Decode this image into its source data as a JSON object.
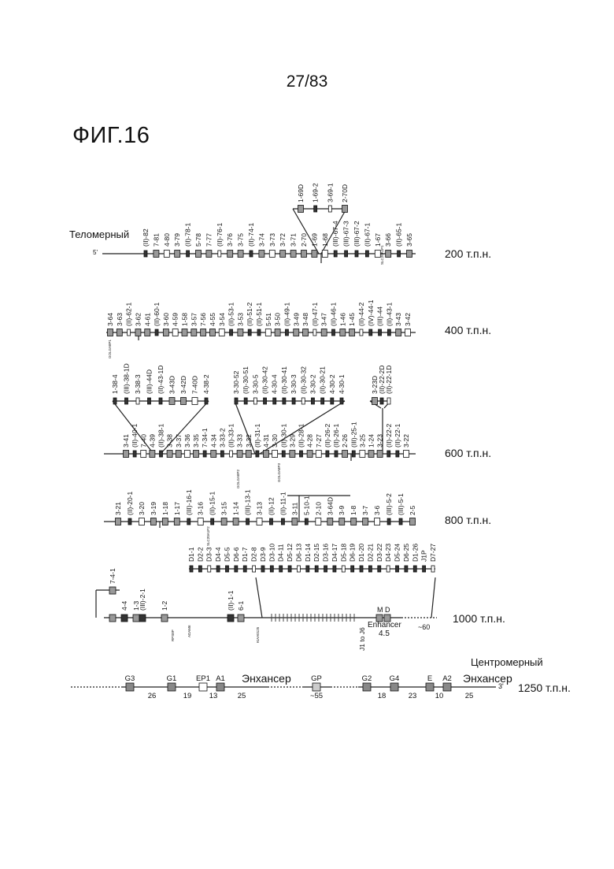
{
  "page_number": "27/83",
  "figure_title": "ФИГ.16",
  "telomeric_label": "Теломерный",
  "centromeric_label": "Центромерный",
  "five_prime": "5'",
  "three_prime": "3'",
  "scale_labels": {
    "r1": "200 т.п.н.",
    "r2": "400 т.п.н.",
    "r3": "600 т.п.н.",
    "r4": "800 т.п.н.",
    "r5": "1000 т.п.н.",
    "r6": "1250 т.п.н."
  },
  "enhancer_labels": {
    "left": "Энхансер",
    "right": "Энхансер",
    "small": "Enhancer",
    "small_val": "4.5"
  },
  "gene_labels": {
    "row1": [
      "(II)-82",
      "7-81",
      "4-80",
      "3-79",
      "(II)-78-1",
      "5-78",
      "7-77",
      "(II)-76-1",
      "3-76",
      "3-75",
      "(II)-74-1",
      "3-74",
      "3-73",
      "3-72",
      "3-71",
      "2-70",
      "1-69",
      "1-68",
      "(III)-67-4",
      "(III)-67-3",
      "(III)-67-2",
      "(II)-67-1",
      "1-67",
      "3-66",
      "(II)-65-1",
      "3-65"
    ],
    "row1_insert": [
      "1-69D",
      "1-69-2",
      "3-69-1",
      "2-70D"
    ],
    "row2": [
      "3-64",
      "3-63",
      "(II)-62-1",
      "3-62",
      "4-61",
      "(II)-60-1",
      "3-60",
      "4-59",
      "1-58",
      "3-57",
      "7-56",
      "4-55",
      "3-54",
      "(II)-53-1",
      "3-53",
      "(II)-51-2",
      "(II)-51-1",
      "5-51",
      "3-50",
      "(II)-49-1",
      "3-49",
      "3-48",
      "(II)-47-1",
      "3-47",
      "(II)-46-1",
      "1-46",
      "1-45",
      "(II)-44-2",
      "(IV)-44-1",
      "(III)-44",
      "(II)-43-1",
      "3-43",
      "3-42"
    ],
    "row3_insert_left": [
      "1-38-4",
      "(III)-38-1D",
      "3-38-3",
      "(III)-44D",
      "(II)-43-1D",
      "3-43D",
      "3-42D",
      "7-40D",
      "4-38-2"
    ],
    "row3_insert_mid": [
      "3-30-52",
      "(II)-30-51",
      "3-30-5",
      "(II)-30-42",
      "4-30-4",
      "(II)-30-41",
      "3-30-3",
      "(II)-30-32",
      "3-30-2",
      "(II)-30-21",
      "4-30-2",
      "4-30-1"
    ],
    "row3_insert_right": [
      "3-23D",
      "(II)-22-2D",
      "(II)-22-1D"
    ],
    "row3": [
      "3-41",
      "(II)-40-1",
      "7-40",
      "4-39",
      "(II)-38-1",
      "3-38",
      "3-37",
      "3-36",
      "3-35",
      "7-34-1",
      "4-34",
      "3-33-2",
      "(II)-33-1",
      "3-33",
      "3-32",
      "(II)-31-1",
      "4-31",
      "3-30",
      "(II)-30-1",
      "3-29",
      "(II)-28-1",
      "4-28",
      "7-27",
      "(II)-26-2",
      "(II)-26-1",
      "2-26",
      "(III)-25-1",
      "3-25",
      "1-24",
      "3-23",
      "(II)-22-2",
      "(II)-22-1",
      "3-22"
    ],
    "row4": [
      "3-21",
      "(II)-20-1",
      "3-20",
      "3-19",
      "1-18",
      "1-17",
      "(III)-16-1",
      "3-16",
      "(II)-15-1",
      "3-15",
      "1-14",
      "(III)-13-1",
      "3-13",
      "(II)-12",
      "(II)-11-1",
      "3-11",
      "5-10-1",
      "2-10",
      "3-64D",
      "3-9",
      "1-8",
      "3-7",
      "3-6",
      "(III)-5-2",
      "(III)-5-1",
      "2-5"
    ],
    "row5_d": [
      "D1-1",
      "D2-2",
      "D3-3",
      "D4-4",
      "D5-5",
      "D6-6",
      "D1-7",
      "D2-8",
      "D3-9",
      "D3-10",
      "D4-11",
      "D5-12",
      "D6-13",
      "D1-14",
      "D2-15",
      "D3-16",
      "D4-17",
      "D5-18",
      "D6-19",
      "D1-20",
      "D2-21",
      "D3-22",
      "D4-23",
      "D5-24",
      "D6-25",
      "D1-26",
      "J1P",
      "D7-27"
    ],
    "row5": [
      "7-4-1",
      "4-4",
      "1-3",
      "(III)-2-1",
      "1-2",
      "(II)-1-1",
      "6-1",
      "J1 to J6",
      "M",
      "D",
      "~60"
    ],
    "row6": [
      "G3",
      "G1",
      "EP1",
      "A1",
      "GP",
      "G2",
      "G4",
      "E",
      "A2"
    ],
    "row6_dist": [
      "26",
      "19",
      "13",
      "25",
      "~55",
      "18",
      "23",
      "10",
      "25"
    ]
  },
  "small_gene_tags": [
    "SLC20A1P1",
    "GOLGA8P1",
    "GOLGA8P2",
    "GOLGA8P3",
    "SLC20A1P2",
    "RPS8P",
    "ADAM6",
    "KIAA0125"
  ]
}
